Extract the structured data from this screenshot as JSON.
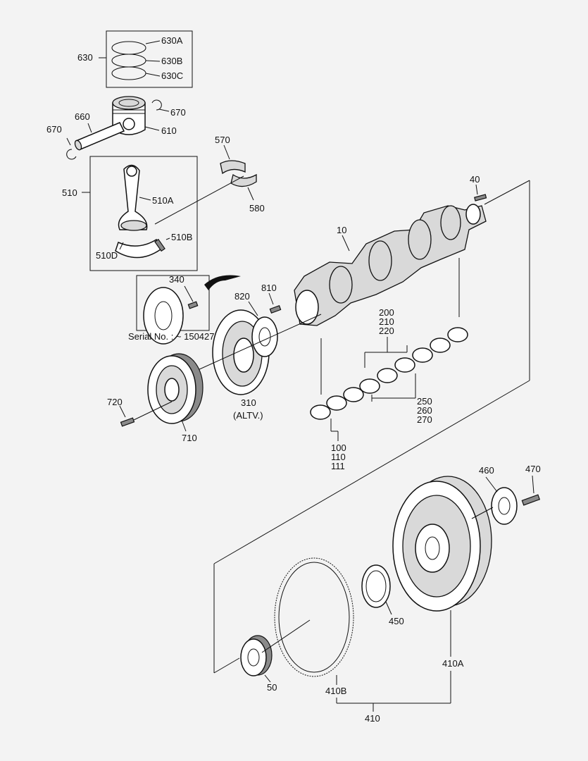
{
  "diagram": {
    "labels": {
      "p630": "630",
      "p630A": "630A",
      "p630B": "630B",
      "p630C": "630C",
      "p660": "660",
      "p670a": "670",
      "p670b": "670",
      "p610": "610",
      "p570": "570",
      "p580": "580",
      "p510": "510",
      "p510A": "510A",
      "p510B": "510B",
      "p510D": "510D",
      "p40": "40",
      "p10": "10",
      "p340": "340",
      "p820": "820",
      "p810": "810",
      "serial": "Serial No. : ~ 150427",
      "p200": "200",
      "p210": "210",
      "p220": "220",
      "p250": "250",
      "p260": "260",
      "p270": "270",
      "p720": "720",
      "p310": "310",
      "altv": "(ALTV.)",
      "p710": "710",
      "p100": "100",
      "p110": "110",
      "p111": "111",
      "p460": "460",
      "p470": "470",
      "p450": "450",
      "p410A": "410A",
      "p410B": "410B",
      "p410": "410",
      "p50": "50"
    }
  }
}
